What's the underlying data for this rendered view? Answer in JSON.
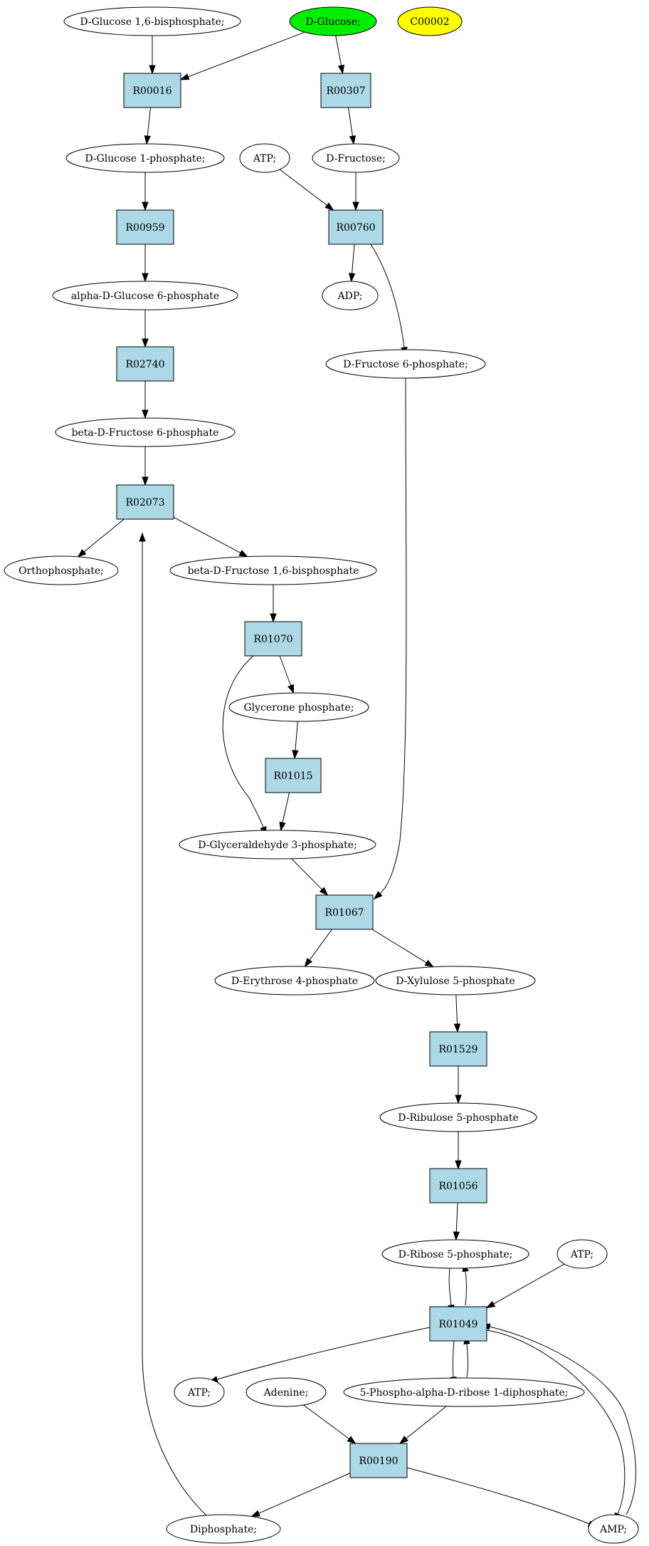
{
  "colors": {
    "reaction_fill": "#add8e6",
    "compound_fill": "#ffffff",
    "highlight_green": "#00ee00",
    "highlight_yellow": "#ffff00",
    "stroke": "#000000"
  },
  "nodes": {
    "n_glc16bp": {
      "label": "D-Glucose 1,6-bisphosphate;",
      "kind": "compound"
    },
    "n_dglucose": {
      "label": "D-Glucose;",
      "kind": "compound",
      "fill": "#00ee00"
    },
    "n_c00002": {
      "label": "C00002",
      "kind": "compound",
      "fill": "#ffff00"
    },
    "r00016": {
      "label": "R00016",
      "kind": "reaction"
    },
    "r00307": {
      "label": "R00307",
      "kind": "reaction"
    },
    "n_glc1p": {
      "label": "D-Glucose 1-phosphate;",
      "kind": "compound"
    },
    "n_atp1": {
      "label": "ATP;",
      "kind": "compound"
    },
    "n_dfructose": {
      "label": "D-Fructose;",
      "kind": "compound"
    },
    "r00959": {
      "label": "R00959",
      "kind": "reaction"
    },
    "r00760": {
      "label": "R00760",
      "kind": "reaction"
    },
    "n_adp": {
      "label": "ADP;",
      "kind": "compound"
    },
    "n_aglc6p": {
      "label": "alpha-D-Glucose 6-phosphate",
      "kind": "compound"
    },
    "r02740": {
      "label": "R02740",
      "kind": "reaction"
    },
    "n_fru6p": {
      "label": "D-Fructose 6-phosphate;",
      "kind": "compound"
    },
    "n_bfru6p": {
      "label": "beta-D-Fructose 6-phosphate",
      "kind": "compound"
    },
    "r02073": {
      "label": "R02073",
      "kind": "reaction"
    },
    "n_pi": {
      "label": "Orthophosphate;",
      "kind": "compound"
    },
    "n_bfru16bp": {
      "label": "beta-D-Fructose 1,6-bisphosphate",
      "kind": "compound"
    },
    "r01070": {
      "label": "R01070",
      "kind": "reaction"
    },
    "n_dhap": {
      "label": "Glycerone phosphate;",
      "kind": "compound"
    },
    "r01015": {
      "label": "R01015",
      "kind": "reaction"
    },
    "n_gap": {
      "label": "D-Glyceraldehyde 3-phosphate;",
      "kind": "compound"
    },
    "r01067": {
      "label": "R01067",
      "kind": "reaction"
    },
    "n_e4p": {
      "label": "D-Erythrose 4-phosphate",
      "kind": "compound"
    },
    "n_xu5p": {
      "label": "D-Xylulose 5-phosphate",
      "kind": "compound"
    },
    "r01529": {
      "label": "R01529",
      "kind": "reaction"
    },
    "n_ru5p": {
      "label": "D-Ribulose 5-phosphate",
      "kind": "compound"
    },
    "r01056": {
      "label": "R01056",
      "kind": "reaction"
    },
    "n_r5p": {
      "label": "D-Ribose 5-phosphate;",
      "kind": "compound"
    },
    "n_atp2": {
      "label": "ATP;",
      "kind": "compound"
    },
    "r01049": {
      "label": "R01049",
      "kind": "reaction"
    },
    "n_atp3": {
      "label": "ATP;",
      "kind": "compound"
    },
    "n_adenine": {
      "label": "Adenine;",
      "kind": "compound"
    },
    "n_prpp": {
      "label": "5-Phospho-alpha-D-ribose 1-diphosphate;",
      "kind": "compound"
    },
    "r00190": {
      "label": "R00190",
      "kind": "reaction"
    },
    "n_ppi": {
      "label": "Diphosphate;",
      "kind": "compound"
    },
    "n_amp": {
      "label": "AMP;",
      "kind": "compound"
    }
  },
  "edges": [
    [
      "n_glc16bp",
      "r00016"
    ],
    [
      "n_dglucose",
      "r00016"
    ],
    [
      "n_dglucose",
      "r00307"
    ],
    [
      "r00016",
      "n_glc1p"
    ],
    [
      "r00307",
      "n_dfructose"
    ],
    [
      "n_glc1p",
      "r00959"
    ],
    [
      "n_atp1",
      "r00760"
    ],
    [
      "n_dfructose",
      "r00760"
    ],
    [
      "r00959",
      "n_aglc6p"
    ],
    [
      "r00760",
      "n_adp"
    ],
    [
      "r00760",
      "n_fru6p"
    ],
    [
      "n_aglc6p",
      "r02740"
    ],
    [
      "r02740",
      "n_bfru6p"
    ],
    [
      "n_bfru6p",
      "r02073"
    ],
    [
      "r02073",
      "n_pi"
    ],
    [
      "r02073",
      "n_bfru16bp"
    ],
    [
      "n_bfru16bp",
      "r01070"
    ],
    [
      "r01070",
      "n_dhap"
    ],
    [
      "r01070",
      "n_gap"
    ],
    [
      "n_dhap",
      "r01015"
    ],
    [
      "r01015",
      "n_gap"
    ],
    [
      "n_gap",
      "r01067"
    ],
    [
      "n_fru6p",
      "r01067"
    ],
    [
      "r01067",
      "n_e4p"
    ],
    [
      "r01067",
      "n_xu5p"
    ],
    [
      "n_xu5p",
      "r01529"
    ],
    [
      "r01529",
      "n_ru5p"
    ],
    [
      "n_ru5p",
      "r01056"
    ],
    [
      "r01056",
      "n_r5p"
    ],
    [
      "n_r5p",
      "r01049"
    ],
    [
      "r01049",
      "n_r5p"
    ],
    [
      "n_atp2",
      "r01049"
    ],
    [
      "r01049",
      "n_atp3"
    ],
    [
      "r01049",
      "n_prpp"
    ],
    [
      "n_prpp",
      "r01049"
    ],
    [
      "r01049",
      "n_amp"
    ],
    [
      "n_amp",
      "r01049"
    ],
    [
      "n_adenine",
      "r00190"
    ],
    [
      "n_prpp",
      "r00190"
    ],
    [
      "r00190",
      "n_ppi"
    ],
    [
      "r00190",
      "n_amp"
    ],
    [
      "n_ppi",
      "r02073"
    ]
  ]
}
